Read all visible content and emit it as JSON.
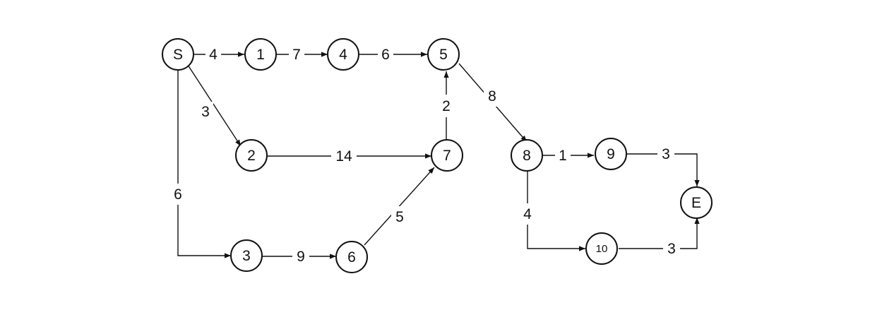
{
  "nodes": {
    "S": "S",
    "n1": "1",
    "n2": "2",
    "n3": "3",
    "n4": "4",
    "n5": "5",
    "n6": "6",
    "n7": "7",
    "n8": "8",
    "n9": "9",
    "n10": "10",
    "E": "E"
  },
  "edges": {
    "S_1": "4",
    "1_4": "7",
    "4_5": "6",
    "S_2": "3",
    "S_3": "6",
    "2_7": "14",
    "7_5": "2",
    "3_6": "9",
    "6_7": "5",
    "5_8": "8",
    "8_9": "1",
    "8_10": "4",
    "9_E": "3",
    "10_E": "3"
  }
}
